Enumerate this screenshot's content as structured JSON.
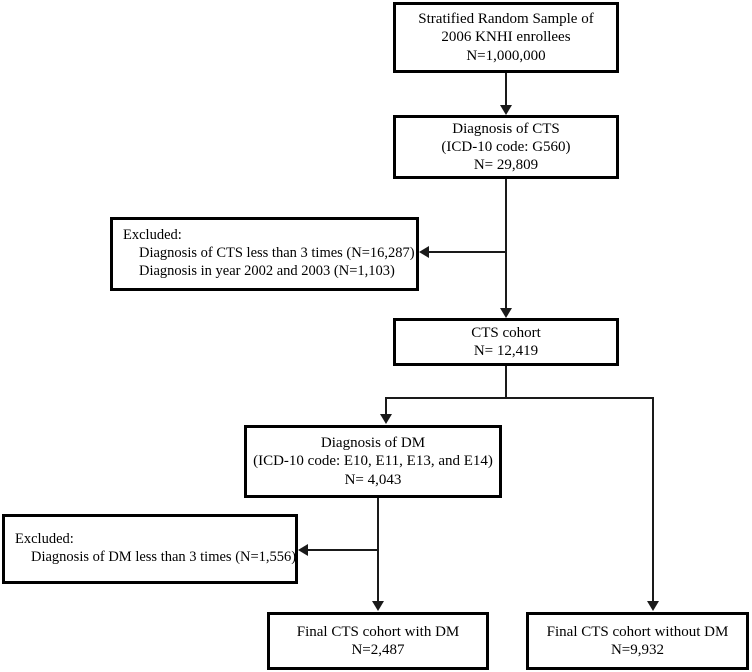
{
  "diagram": {
    "type": "flowchart",
    "title": "CTS cohort selection flow diagram",
    "nodes": {
      "source": {
        "line1": "Stratified Random Sample of",
        "line2": "2006 KNHI enrollees",
        "line3": "N=1,000,000"
      },
      "cts_diagnosis": {
        "line1": "Diagnosis of  CTS",
        "line2": "(ICD-10 code: G560)",
        "line3": "N= 29,809"
      },
      "excluded_1": {
        "line1": "Excluded:",
        "line2": "Diagnosis of CTS less than 3 times (N=16,287)",
        "line3": "Diagnosis in year 2002 and 2003 (N=1,103)"
      },
      "cts_cohort": {
        "line1": "CTS cohort",
        "line2": "N= 12,419"
      },
      "dm_diagnosis": {
        "line1": "Diagnosis of  DM",
        "line2": "(ICD-10 code: E10, E11, E13, and E14)",
        "line3": "N= 4,043"
      },
      "excluded_2": {
        "line1": "Excluded:",
        "line2": "Diagnosis of DM less than 3 times (N=1,556)"
      },
      "final_with_dm": {
        "line1": "Final CTS cohort with DM",
        "line2": "N=2,487"
      },
      "final_without_dm": {
        "line1": "Final CTS cohort without DM",
        "line2": "N=9,932"
      }
    },
    "counts": {
      "source_n": 1000000,
      "cts_diagnosis_n": 29809,
      "excluded_cts_less_than_3_times_n": 16287,
      "excluded_year_2002_2003_n": 1103,
      "cts_cohort_n": 12419,
      "dm_diagnosis_n": 4043,
      "excluded_dm_less_than_3_times_n": 1556,
      "final_with_dm_n": 2487,
      "final_without_dm_n": 9932
    },
    "colors": {
      "box_border": "#000000",
      "connector": "#1a1a1a",
      "background": "#ffffff",
      "text": "#000000"
    }
  }
}
